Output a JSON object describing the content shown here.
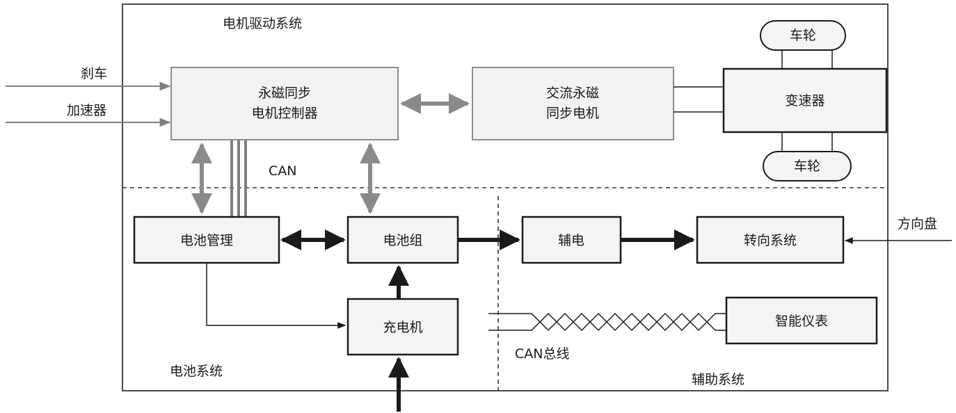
{
  "sections": {
    "motor_drive": "电机驱动系统",
    "battery": "电池系统",
    "auxiliary": "辅助系统"
  },
  "inputs": {
    "brake": "刹车",
    "accelerator": "加速器",
    "steering_wheel": "方向盘"
  },
  "blocks": {
    "controller_line1": "永磁同步",
    "controller_line2": "电机控制器",
    "motor_line1": "交流永磁",
    "motor_line2": "同步电机",
    "gearbox": "变速器",
    "wheel_top": "车轮",
    "wheel_bottom": "车轮",
    "battery_mgmt": "电池管理",
    "battery_pack": "电池组",
    "charger": "充电机",
    "aux_power": "辅电",
    "steering_system": "转向系统",
    "smart_meter": "智能仪表"
  },
  "bus_labels": {
    "can": "CAN",
    "can_bus": "CAN总线"
  }
}
